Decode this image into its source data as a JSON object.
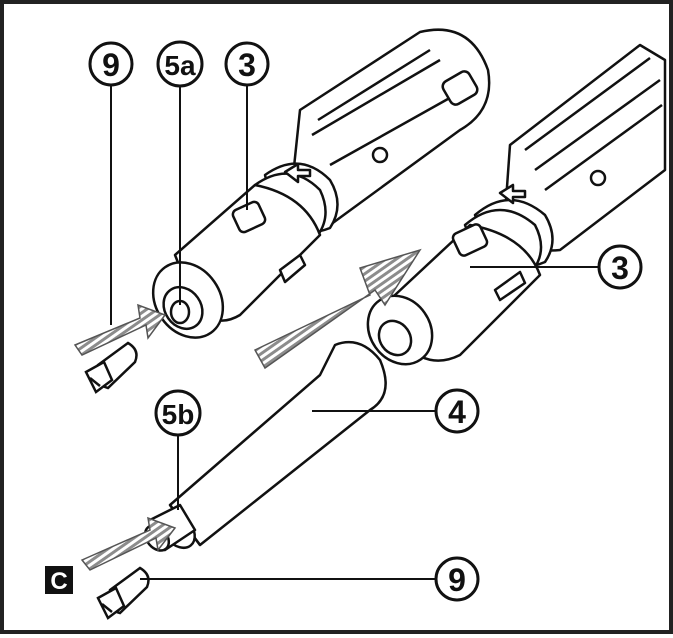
{
  "figure_label": "C",
  "callouts": [
    {
      "id": "bit-top",
      "label": "9"
    },
    {
      "id": "bit-holder-5a",
      "label": "5a"
    },
    {
      "id": "tool-left",
      "label": "3"
    },
    {
      "id": "tool-right",
      "label": "3"
    },
    {
      "id": "extension",
      "label": "4"
    },
    {
      "id": "bit-holder-5b",
      "label": "5b"
    },
    {
      "id": "bit-bottom",
      "label": "9"
    }
  ],
  "colors": {
    "outline": "#111111",
    "body_fill": "#ffffff",
    "arrow_fill": "#9a9a9a",
    "frame": "#222222",
    "label_bg": "#111111",
    "label_text": "#ffffff"
  }
}
